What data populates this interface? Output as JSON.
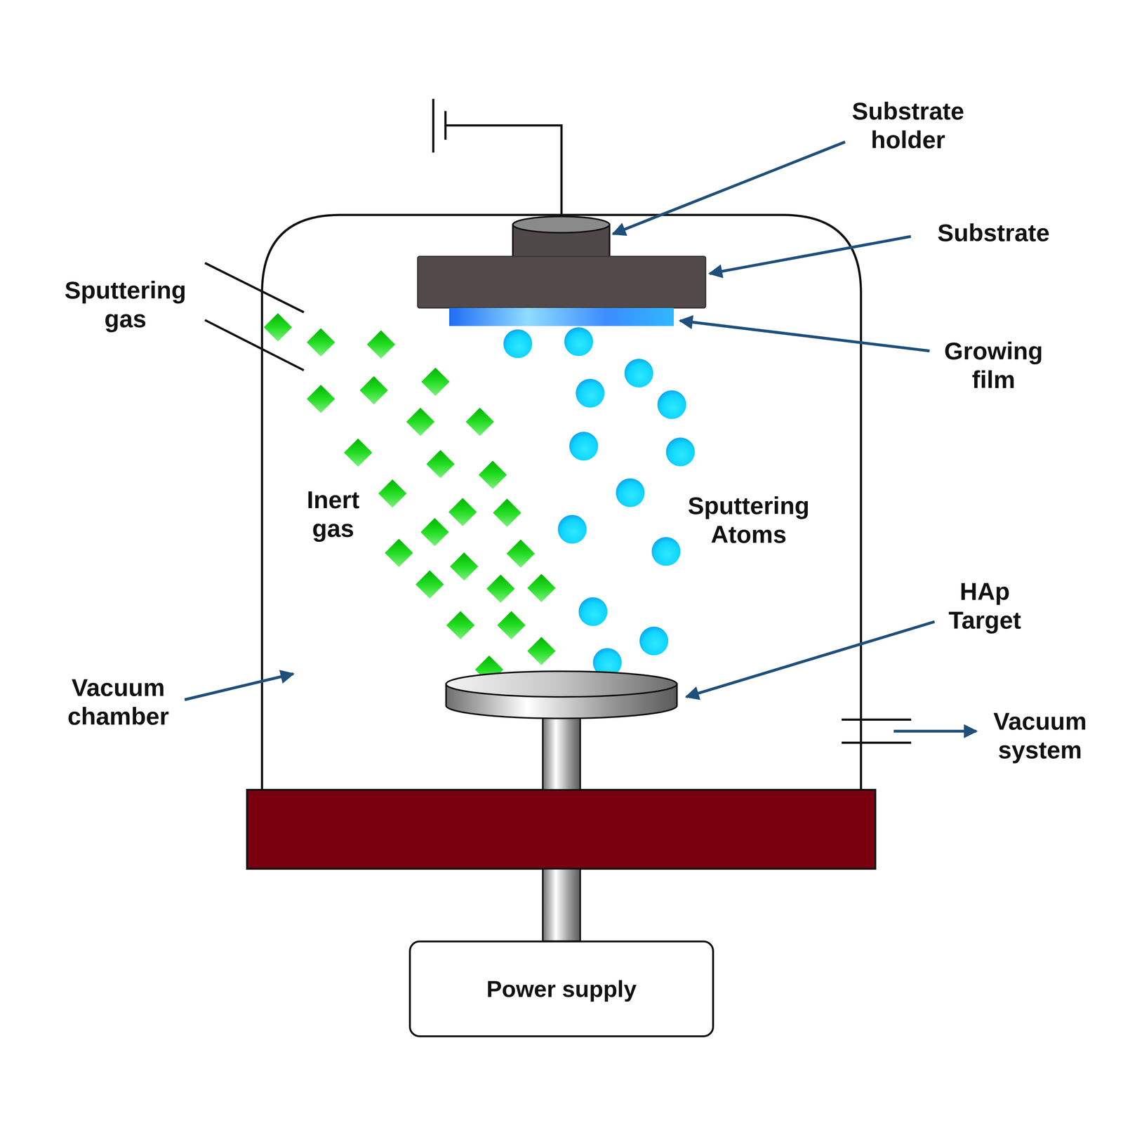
{
  "diagram": {
    "nodes": [
      {
        "text": [
          "Power supply"
        ]
      }
    ],
    "edges": [],
    "labels": [
      "Substrate holder",
      "Substrate",
      "Growing film",
      "Sputtering gas",
      "Inert gas",
      "Sputtering Atoms",
      "HAp Target",
      "Vacuum chamber",
      "Vacuum system"
    ]
  }
}
